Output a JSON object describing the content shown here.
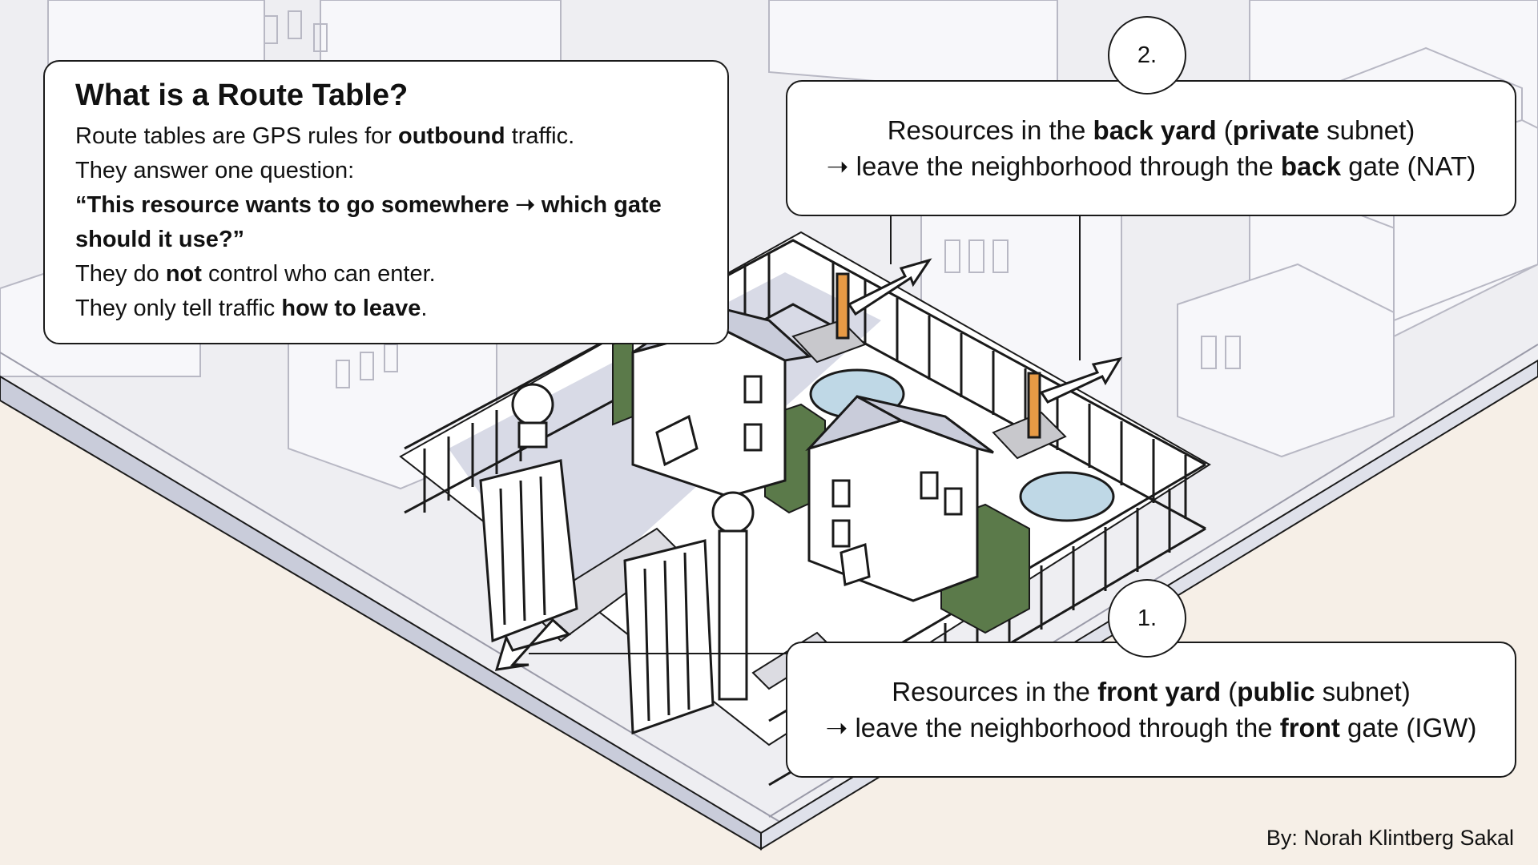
{
  "info": {
    "title": "What is a Route Table?",
    "line1_a": "Route tables are GPS rules for ",
    "line1_b": "outbound",
    "line1_c": " traffic.",
    "line2": "They answer one question:",
    "line3": "“This resource wants to go somewhere ➝ which gate",
    "line4": "should it use?”",
    "line5_a": "They do ",
    "line5_b": "not",
    "line5_c": " control who can enter.",
    "line6_a": "They only tell traffic ",
    "line6_b": "how to leave",
    "line6_c": "."
  },
  "callout_back": {
    "number": "2.",
    "l1_a": "Resources in the ",
    "l1_b": "back yard",
    "l1_c": " (",
    "l1_d": "private",
    "l1_e": " subnet)",
    "l2_a": "➝ leave the neighborhood through the ",
    "l2_b": "back",
    "l2_c": " gate (NAT)"
  },
  "callout_front": {
    "number": "1.",
    "l1_a": "Resources in the ",
    "l1_b": "front yard",
    "l1_c": " (",
    "l1_d": "public",
    "l1_e": " subnet)",
    "l2_a": "➝ leave the neighborhood through the ",
    "l2_b": "front",
    "l2_c": " gate (IGW)"
  },
  "credit": "By: Norah Klintberg Sakal",
  "colors": {
    "background": "#f6efe7",
    "city": "#ededf2",
    "ground": "#ffffff",
    "shadow": "#c9ccda",
    "hedge": "#5b7a4a",
    "door": "#e79a45",
    "pool": "#bfd8e6",
    "ink": "#1a1a1a"
  }
}
